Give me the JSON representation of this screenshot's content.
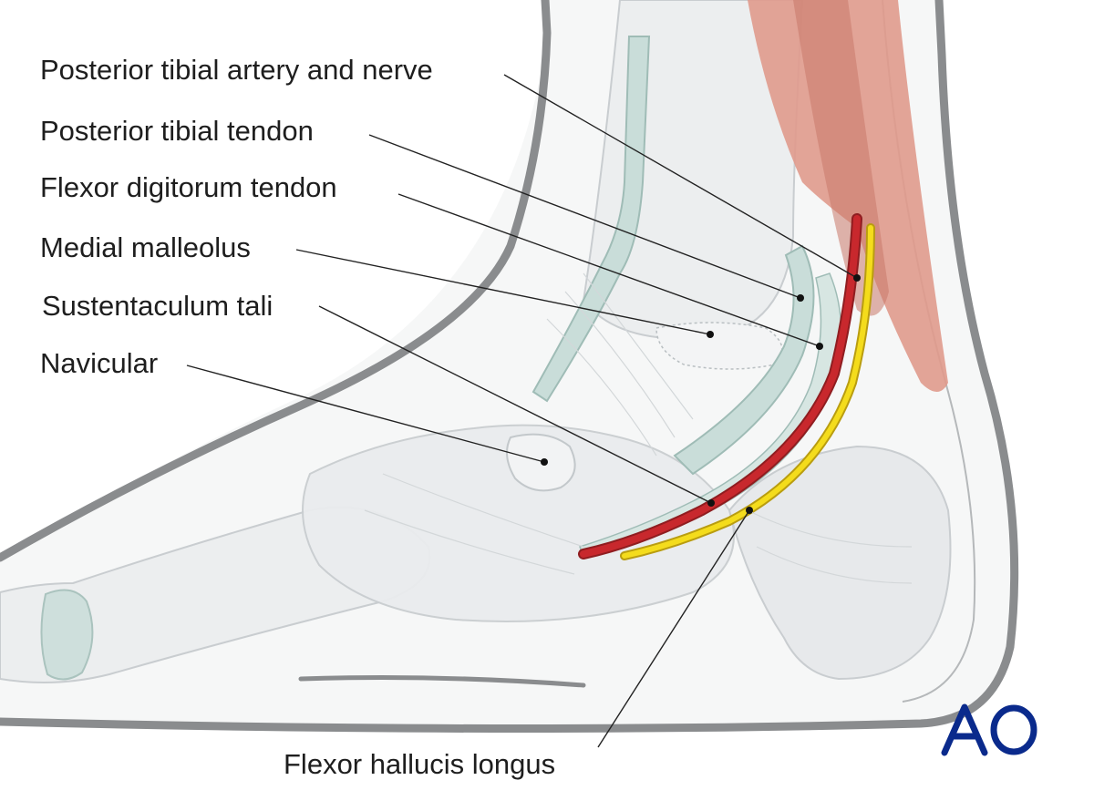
{
  "labels": [
    "Posterior tibial artery and nerve",
    "Posterior tibial tendon",
    "Flexor digitorum tendon",
    "Medial malleolus",
    "Sustentaculum tali",
    "Navicular",
    "Flexor hallucis longus"
  ],
  "logo": {
    "text": "AO",
    "color": "#0a2a8c"
  },
  "colors": {
    "skin_outline": "#8a8c8e",
    "bone": "#e9ebed",
    "bone_edge": "#c9cdd0",
    "tendon": "#c9ddd9",
    "tendon_edge": "#9fbcb6",
    "muscle": "#e09a8c",
    "muscle_dark": "#c8786a",
    "artery": "#c8282d",
    "nerve": "#f4dc1c",
    "leader": "#222222"
  }
}
